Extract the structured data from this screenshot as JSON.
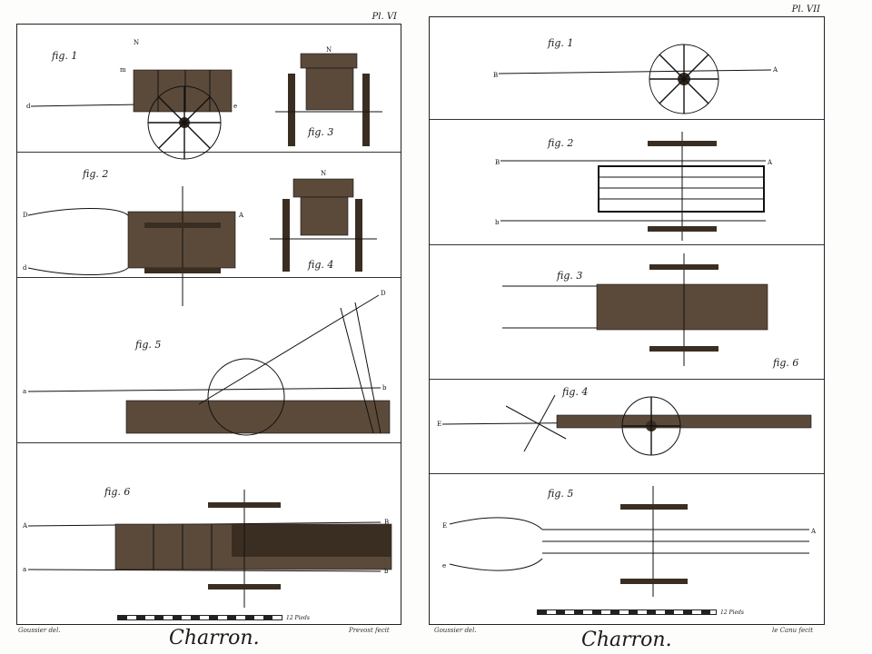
{
  "left_plate": {
    "plate_number": "Pl. VI",
    "figures": {
      "fig1": "fig. 1",
      "fig2": "fig. 2",
      "fig3": "fig. 3",
      "fig4": "fig. 4",
      "fig5": "fig. 5",
      "fig6": "fig. 6"
    },
    "scale_label": "12 Pieds",
    "credit_left": "Goussier del.",
    "credit_right": "Prevost fecit",
    "caption": "Charron."
  },
  "right_plate": {
    "plate_number": "Pl. VII",
    "figures": {
      "fig1": "fig. 1",
      "fig2": "fig. 2",
      "fig3": "fig. 3",
      "fig4": "fig. 4",
      "fig5": "fig. 5",
      "fig6": "fig. 6"
    },
    "scale_label": "12 Pieds",
    "credit_left": "Goussier del.",
    "credit_right": "le Canu fecit",
    "caption": "Charron."
  }
}
